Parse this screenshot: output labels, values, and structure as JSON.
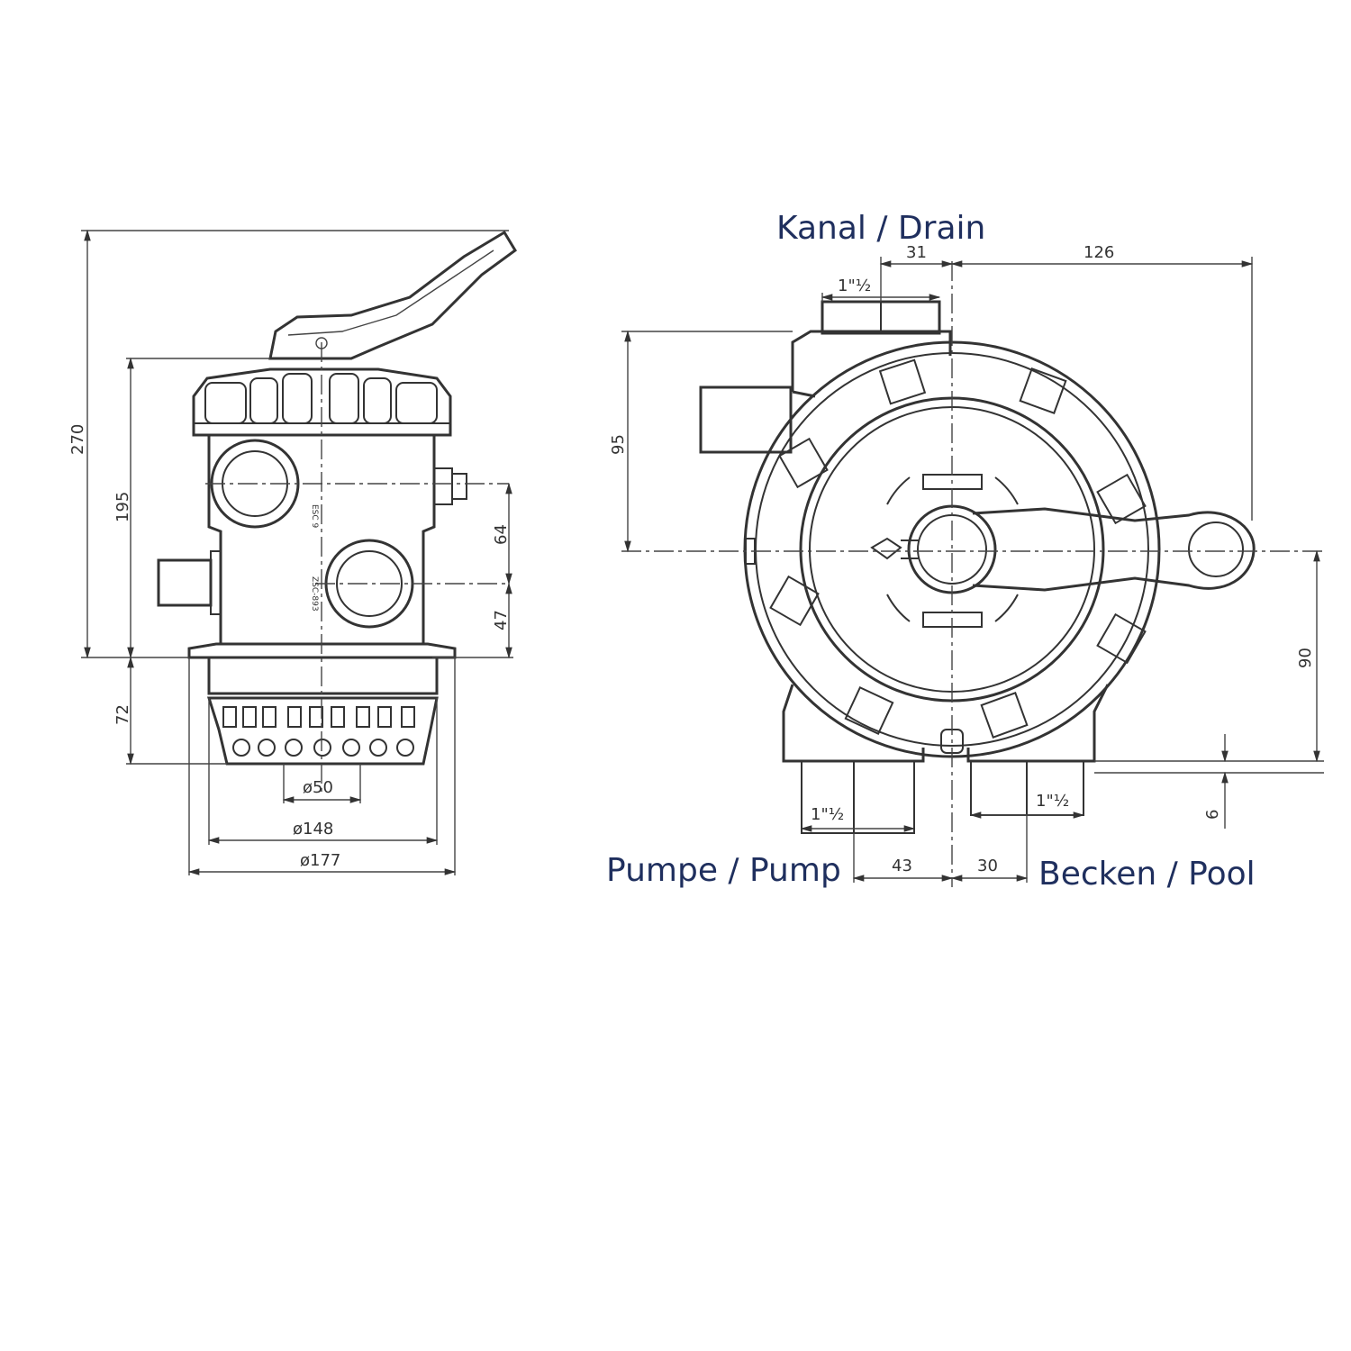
{
  "labels": {
    "drain": "Kanal / Drain",
    "pump": "Pumpe / Pump",
    "pool": "Becken / Pool"
  },
  "side_view": {
    "dim_270": "270",
    "dim_195": "195",
    "dim_72": "72",
    "dim_64": "64",
    "dim_47": "47",
    "dim_d50": "ø50",
    "dim_d148": "ø148",
    "dim_d177": "ø177"
  },
  "top_view": {
    "dim_31": "31",
    "dim_126": "126",
    "dim_95": "95",
    "dim_90": "90",
    "dim_6": "6",
    "dim_43": "43",
    "dim_30": "30",
    "thread_drain": "1\"½",
    "thread_pump": "1\"½",
    "thread_pool": "1\"½"
  },
  "colors": {
    "line": "#333333",
    "label_text": "#1f2f5e"
  }
}
